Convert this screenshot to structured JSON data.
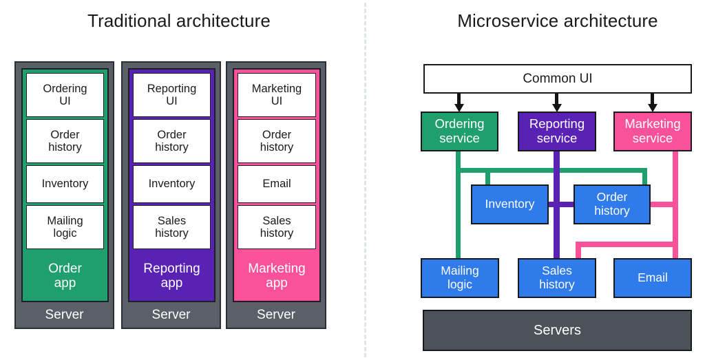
{
  "panels": {
    "left": {
      "title": "Traditional architecture"
    },
    "right": {
      "title": "Microservice architecture"
    }
  },
  "traditional": {
    "server_label": "Server",
    "columns": [
      {
        "accent": "#1f9e6e",
        "app_label": "Order\napp",
        "app_label_line1": "Order",
        "app_label_line2": "app",
        "server_label": "Server",
        "modules": [
          "Ordering\nUI",
          "Order\nhistory",
          "Inventory",
          "Mailing\nlogic"
        ],
        "module_lines": [
          [
            "Ordering",
            "UI"
          ],
          [
            "Order",
            "history"
          ],
          [
            "Inventory",
            ""
          ],
          [
            "Mailing",
            "logic"
          ]
        ]
      },
      {
        "accent": "#5a21b5",
        "app_label": "Reporting\napp",
        "app_label_line1": "Reporting",
        "app_label_line2": "app",
        "server_label": "Server",
        "modules": [
          "Reporting\nUI",
          "Order\nhistory",
          "Inventory",
          "Sales\nhistory"
        ],
        "module_lines": [
          [
            "Reporting",
            "UI"
          ],
          [
            "Order",
            "history"
          ],
          [
            "Inventory",
            ""
          ],
          [
            "Sales",
            "history"
          ]
        ]
      },
      {
        "accent": "#f9529a",
        "app_label": "Marketing\napp",
        "app_label_line1": "Marketing",
        "app_label_line2": "app",
        "server_label": "Server",
        "modules": [
          "Marketing\nUI",
          "Order\nhistory",
          "Email",
          "Sales\nhistory"
        ],
        "module_lines": [
          [
            "Marketing",
            "UI"
          ],
          [
            "Order",
            "history"
          ],
          [
            "Email",
            ""
          ],
          [
            "Sales",
            "history"
          ]
        ]
      }
    ]
  },
  "microservice": {
    "common_ui": "Common UI",
    "servers": "Servers",
    "services": [
      {
        "name": "Ordering service",
        "line1": "Ordering",
        "line2": "service",
        "color": "#1f9e6e"
      },
      {
        "name": "Reporting service",
        "line1": "Reporting",
        "line2": "service",
        "color": "#5a21b5"
      },
      {
        "name": "Marketing service",
        "line1": "Marketing",
        "line2": "service",
        "color": "#f9529a"
      }
    ],
    "components": [
      {
        "name": "Inventory",
        "line1": "Inventory",
        "line2": ""
      },
      {
        "name": "Order history",
        "line1": "Order",
        "line2": "history"
      },
      {
        "name": "Mailing logic",
        "line1": "Mailing",
        "line2": "logic"
      },
      {
        "name": "Sales history",
        "line1": "Sales",
        "line2": "history"
      },
      {
        "name": "Email",
        "line1": "Email",
        "line2": ""
      }
    ],
    "connections": [
      {
        "from": "Ordering service",
        "to": [
          "Inventory",
          "Order history",
          "Mailing logic"
        ],
        "color": "#1f9e6e"
      },
      {
        "from": "Reporting service",
        "to": [
          "Inventory",
          "Order history",
          "Sales history"
        ],
        "color": "#5a21b5"
      },
      {
        "from": "Marketing service",
        "to": [
          "Order history",
          "Sales history",
          "Email"
        ],
        "color": "#f9529a"
      }
    ]
  },
  "colors": {
    "green": "#1f9e6e",
    "purple": "#5a21b5",
    "pink": "#f9529a",
    "blue": "#2f7bec",
    "server_gray": "#5a6068",
    "servers_bar_gray": "#4d525a",
    "outline": "#18191b",
    "divider": "#dfe5e3",
    "background": "#ffffff"
  }
}
